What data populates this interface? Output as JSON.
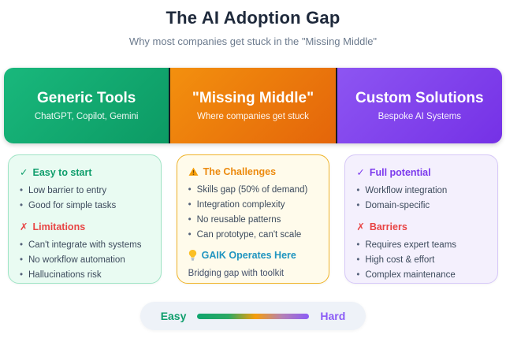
{
  "page": {
    "title": "The AI Adoption Gap",
    "subtitle": "Why most companies get stuck in the \"Missing Middle\""
  },
  "columns": [
    {
      "header": {
        "title": "Generic Tools",
        "subtitle": "ChatGPT, Copilot, Gemini",
        "accent": "#0f9e6c"
      },
      "card": {
        "sections": [
          {
            "icon": "check-icon",
            "heading": "Easy to start",
            "items": [
              "Low barrier to entry",
              "Good for simple tasks"
            ]
          },
          {
            "icon": "cross-icon",
            "heading": "Limitations",
            "items": [
              "Can't integrate with systems",
              "No workflow automation",
              "Hallucinations risk"
            ]
          }
        ]
      }
    },
    {
      "header": {
        "title": "\"Missing Middle\"",
        "subtitle": "Where companies get stuck",
        "accent": "#e8760e"
      },
      "card": {
        "sections": [
          {
            "icon": "warning-icon",
            "heading": "The Challenges",
            "items": [
              "Skills gap (50% of demand)",
              "Integration complexity",
              "No reusable patterns",
              "Can prototype, can't scale"
            ]
          },
          {
            "icon": "lightbulb-icon",
            "heading": "GAIK Operates Here",
            "items": [],
            "note": "Bridging gap with toolkit"
          }
        ]
      }
    },
    {
      "header": {
        "title": "Custom Solutions",
        "subtitle": "Bespoke AI Systems",
        "accent": "#7c3aed"
      },
      "card": {
        "sections": [
          {
            "icon": "check-icon",
            "heading": "Full potential",
            "items": [
              "Workflow integration",
              "Domain-specific"
            ]
          },
          {
            "icon": "cross-icon",
            "heading": "Barriers",
            "items": [
              "Requires expert teams",
              "High cost & effort",
              "Complex maintenance"
            ]
          }
        ]
      }
    }
  ],
  "scale": {
    "left_label": "Easy",
    "right_label": "Hard"
  },
  "colors": {
    "green": "#0f9e6c",
    "orange": "#e8760e",
    "purple": "#7c3aed",
    "red": "#e84444",
    "teal": "#2095c0",
    "title_text": "#1e293b",
    "subtitle_text": "#6b7a8d"
  }
}
